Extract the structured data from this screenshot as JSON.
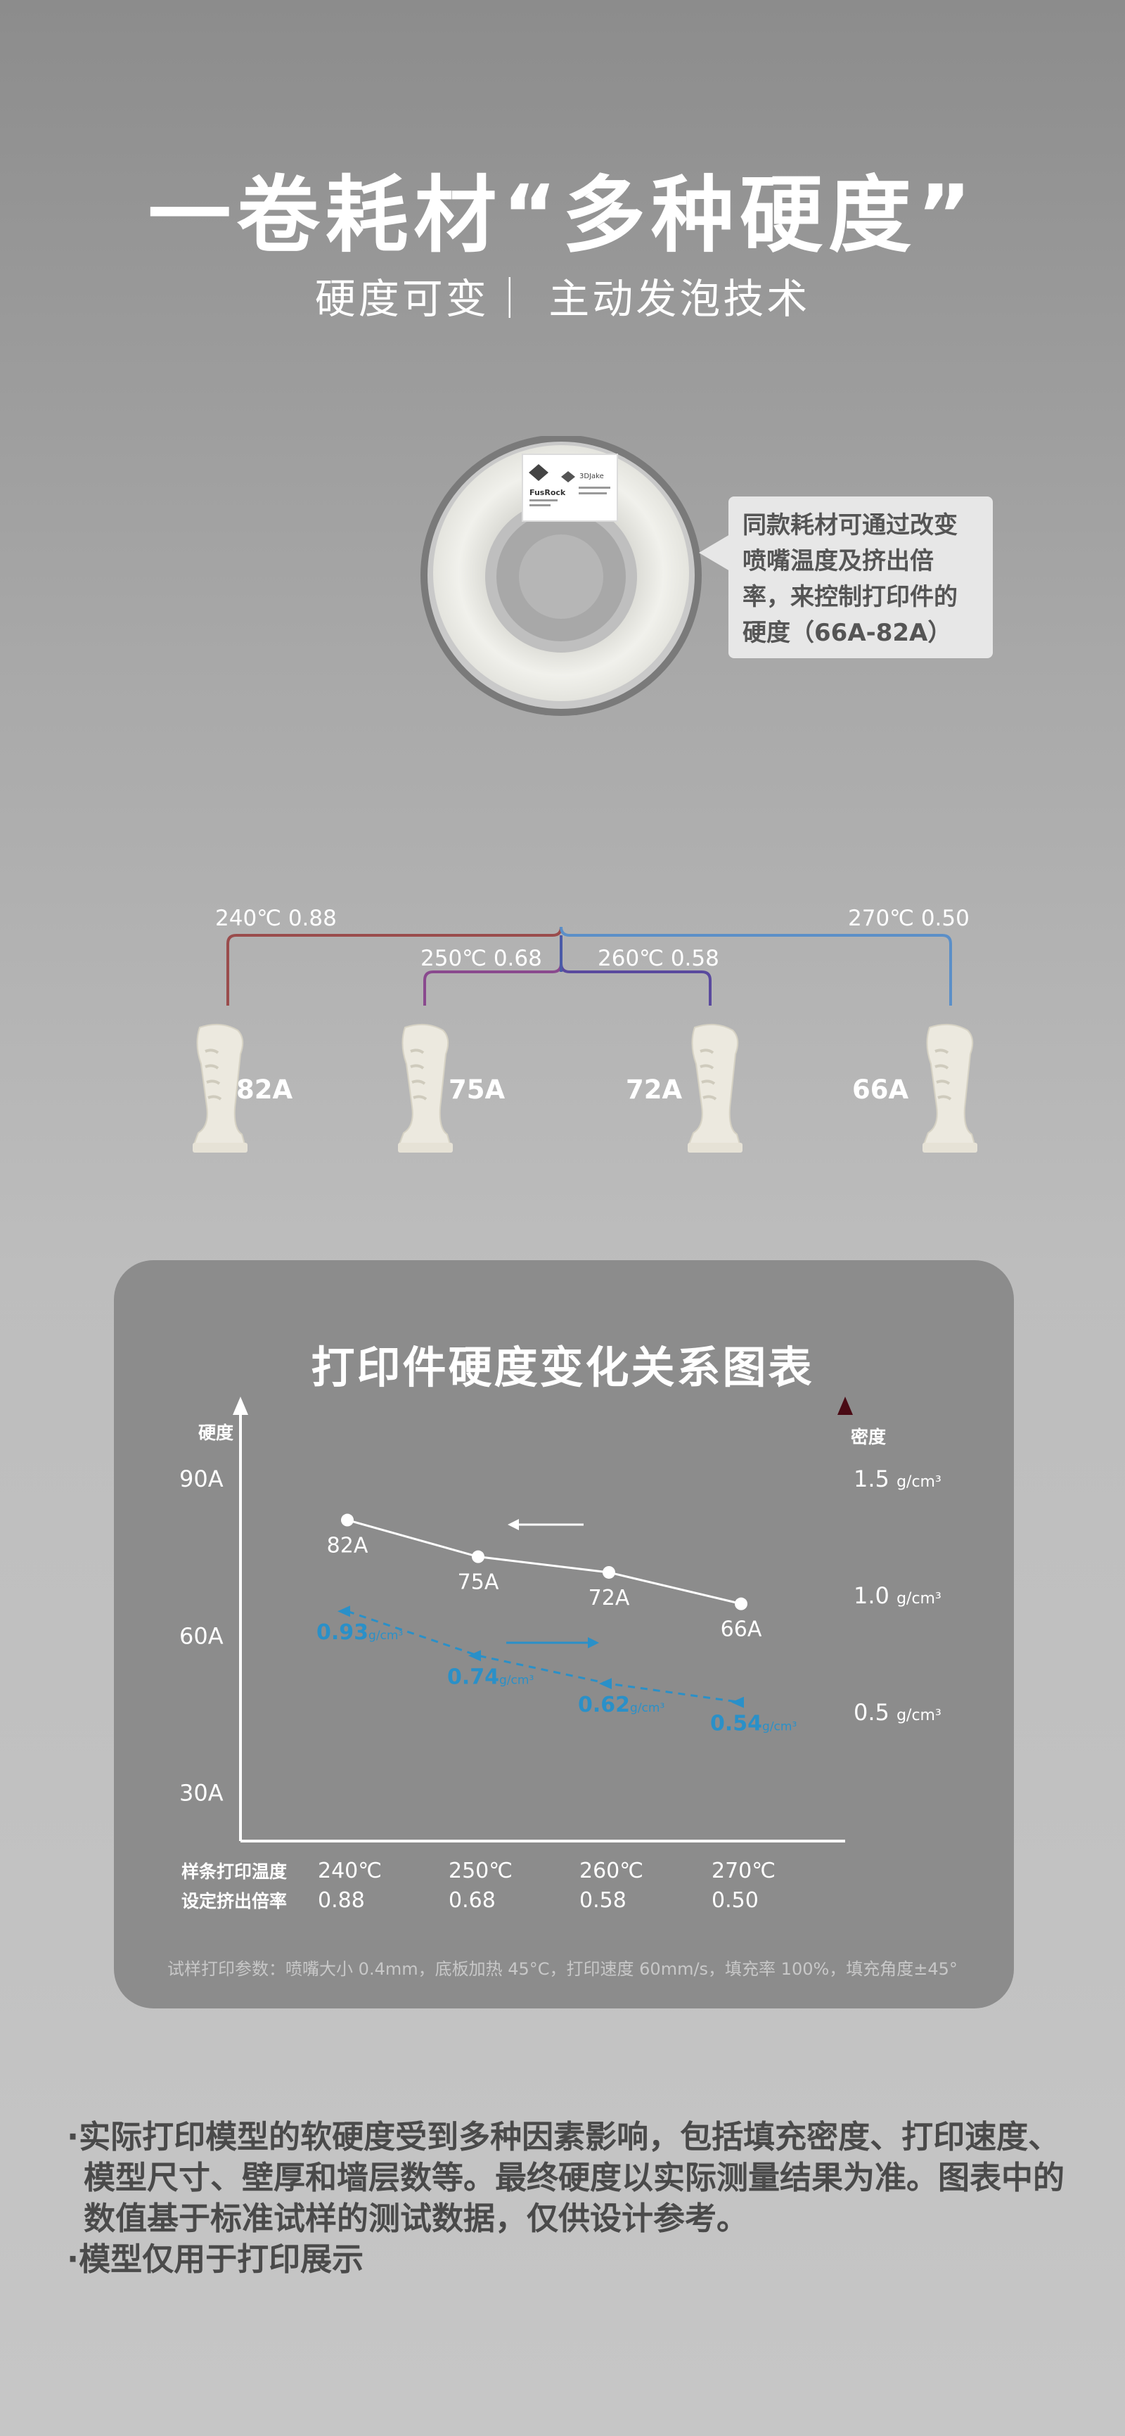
{
  "header": {
    "title": "一卷耗材“多种硬度”",
    "subtitle": "硬度可变｜ 主动发泡技术"
  },
  "spool": {
    "label_brand": "FusRock",
    "label_brand2": "3DJake"
  },
  "callout": {
    "text": "同款耗材可通过改变喷嘴温度及挤出倍率，来控制打印件的硬度（66A-82A）"
  },
  "branches": [
    {
      "label": "240℃ 0.88",
      "hardness": "82A",
      "color": "#9a4c4c"
    },
    {
      "label": "250℃ 0.68",
      "hardness": "75A",
      "color": "#8a4a8e"
    },
    {
      "label": "260℃ 0.58",
      "hardness": "72A",
      "color": "#5a4a9e"
    },
    {
      "label": "270℃ 0.50",
      "hardness": "66A",
      "color": "#5b8fc8"
    }
  ],
  "chart_data": {
    "type": "line",
    "title": "打印件硬度变化关系图表",
    "ylabel_left": "硬度",
    "ylabel_right": "密度",
    "left_ticks": [
      "90A",
      "60A",
      "30A"
    ],
    "left_tick_values": [
      90,
      60,
      30
    ],
    "right_ticks": [
      "1.5 g/cm³",
      "1.0 g/cm³",
      "0.5 g/cm³"
    ],
    "right_tick_values": [
      1.5,
      1.0,
      0.5
    ],
    "x_row_labels": [
      "样条打印温度",
      "设定挤出倍率"
    ],
    "x_temps": [
      "240℃",
      "250℃",
      "260℃",
      "270℃"
    ],
    "x_rates": [
      "0.88",
      "0.68",
      "0.58",
      "0.50"
    ],
    "series": [
      {
        "values": [
          82,
          75,
          72,
          66
        ],
        "labels": [
          "82A",
          "75A",
          "72A",
          "66A"
        ],
        "color": "#ffffff"
      },
      {
        "values": [
          0.93,
          0.74,
          0.62,
          0.54
        ],
        "labels": [
          "0.93",
          "0.74",
          "0.62",
          "0.54"
        ],
        "unit": "g/cm³",
        "color": "#2a90c8"
      }
    ],
    "ylim_left": [
      0,
      110
    ],
    "ylim_right": [
      0,
      1.8
    ]
  },
  "footnote": "试样打印参数：喷嘴大小 0.4mm，底板加热 45°C，打印速度 60mm/s，填充率 100%，填充角度±45°",
  "notes": [
    "·实际打印模型的软硬度受到多种因素影响，包括填充密度、打印速度、模型尺寸、壁厚和墙层数等。最终硬度以实际测量结果为准。图表中的数值基于标准试样的测试数据，仅供设计参考。",
    "·模型仅用于打印展示"
  ]
}
